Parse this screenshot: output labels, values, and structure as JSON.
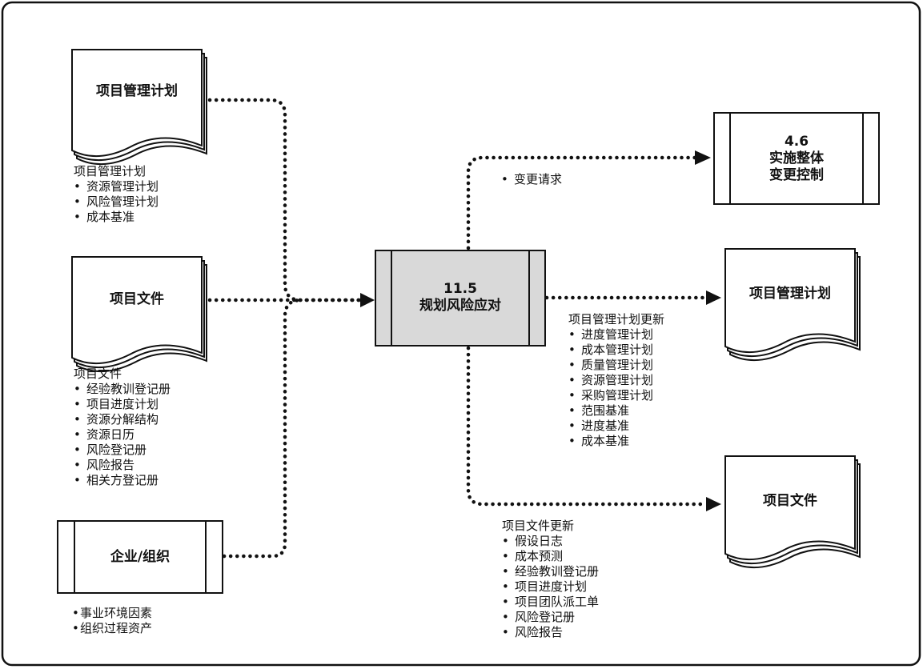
{
  "process": {
    "number": "11.5",
    "name": "规划风险应对"
  },
  "inputs": {
    "pm_plan": {
      "title": "项目管理计划",
      "label": "项目管理计划",
      "items": [
        "资源管理计划",
        "风险管理计划",
        "成本基准"
      ]
    },
    "project_docs": {
      "title": "项目文件",
      "label": "项目文件",
      "items": [
        "经验教训登记册",
        "项目进度计划",
        "资源分解结构",
        "资源日历",
        "风险登记册",
        "风险报告",
        "相关方登记册"
      ]
    },
    "enterprise": {
      "title": "企业/组织",
      "items": [
        "事业环境因素",
        "组织过程资产"
      ]
    }
  },
  "outputs": {
    "change_control": {
      "number": "4.6",
      "line1": "实施整体",
      "line2": "变更控制",
      "items": [
        "变更请求"
      ]
    },
    "pm_plan": {
      "title": "项目管理计划",
      "label": "项目管理计划更新",
      "items": [
        "进度管理计划",
        "成本管理计划",
        "质量管理计划",
        "资源管理计划",
        "采购管理计划",
        "范围基准",
        "进度基准",
        "成本基准"
      ]
    },
    "project_docs": {
      "title": "项目文件",
      "label": "项目文件更新",
      "items": [
        "假设日志",
        "成本预测",
        "经验教训登记册",
        "项目进度计划",
        "项目团队派工单",
        "风险登记册",
        "风险报告"
      ]
    }
  },
  "colors": {
    "process_fill": "#d9d9d9",
    "stroke": "#111111",
    "background": "#ffffff"
  }
}
